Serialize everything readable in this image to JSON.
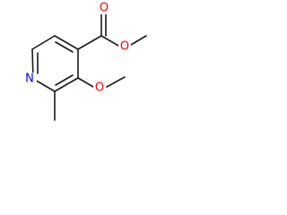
{
  "molecule": {
    "atoms": {
      "carbonyl_oxygen": "O",
      "ester_oxygen": "O",
      "methoxy_oxygen": "O",
      "ring_nitrogen": "N"
    },
    "colors": {
      "oxygen": "#ff0000",
      "nitrogen": "#0000ff",
      "bond": "#1a1a1a"
    }
  }
}
